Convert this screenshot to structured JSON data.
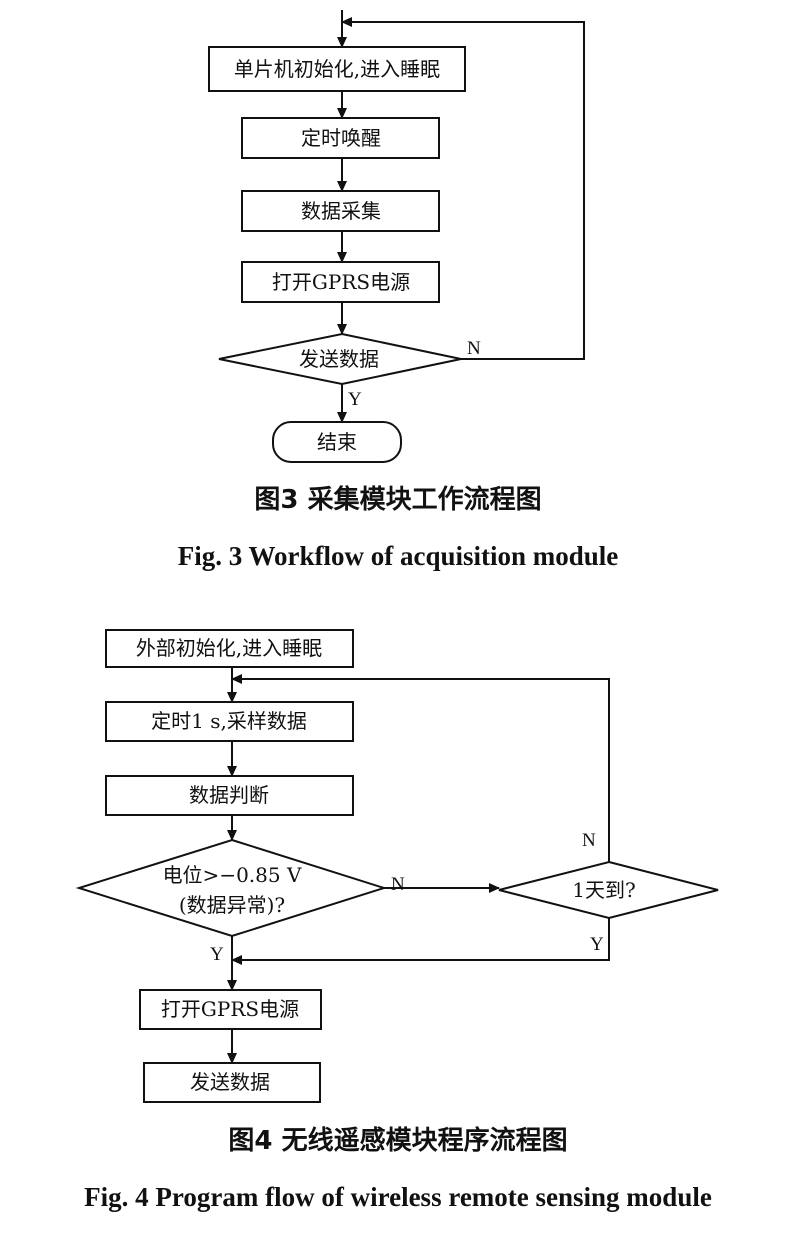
{
  "figure3": {
    "nodes": {
      "init": "单片机初始化,进入睡眠",
      "wake": "定时唤醒",
      "collect": "数据采集",
      "gprs": "打开GPRS电源",
      "send": "发送数据",
      "end": "结束"
    },
    "labels": {
      "no": "N",
      "yes": "Y"
    },
    "caption_cn": "图3  采集模块工作流程图",
    "caption_en": "Fig. 3  Workflow of acquisition module"
  },
  "figure4": {
    "nodes": {
      "init": "外部初始化,进入睡眠",
      "sample": "定时1  s,采样数据",
      "judge": "数据判断",
      "potential_line1": "电位>−0.85  V",
      "potential_line2": "(数据异常)?",
      "day": "1天到?",
      "gprs": "打开GPRS电源",
      "send": "发送数据"
    },
    "labels": {
      "no_right": "N",
      "no_up": "N",
      "yes_day": "Y",
      "yes_down": "Y"
    },
    "caption_cn": "图4  无线遥感模块程序流程图",
    "caption_en": "Fig. 4  Program flow of wireless remote sensing module"
  }
}
